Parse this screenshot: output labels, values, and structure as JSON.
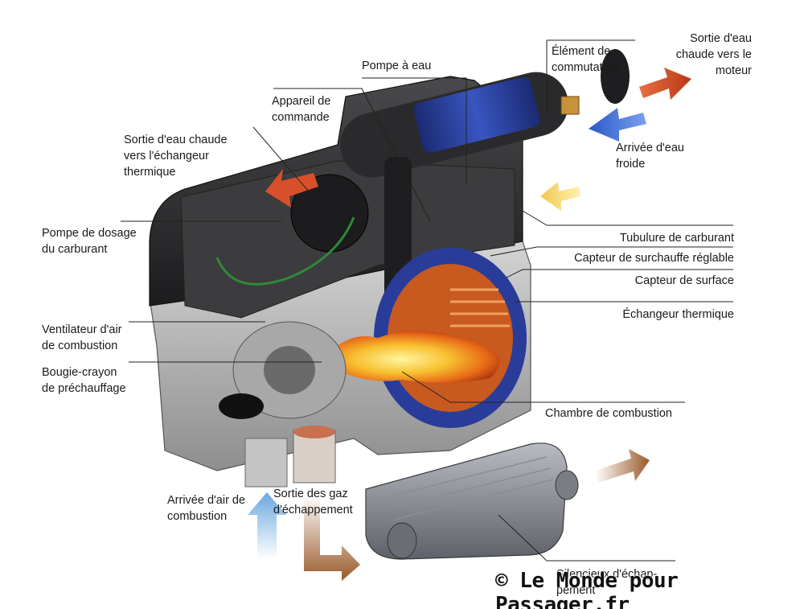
{
  "labels": {
    "pompe_eau": "Pompe à eau",
    "appareil_commande": "Appareil de\ncommande",
    "sortie_eau_echangeur": "Sortie d'eau chaude\nvers l'échangeur\nthermique",
    "pompe_dosage": "Pompe de dosage\ndu carburant",
    "ventilateur": "Ventilateur d'air\nde combustion",
    "bougie": "Bougie-crayon\nde préchauffage",
    "element_commutation": "Élément de\ncommutation",
    "sortie_eau_moteur": "Sortie d'eau\nchaude vers le\nmoteur",
    "arrivee_eau_froide": "Arrivée d'eau\nfroide",
    "tubulure": "Tubulure de carburant",
    "capteur_surchauffe": "Capteur de surchauffe réglable",
    "capteur_surface": "Capteur de surface",
    "echangeur": "Échangeur thermique",
    "chambre": "Chambre de combustion",
    "arrivee_air": "Arrivée d'air de\ncombustion",
    "sortie_gaz": "Sortie des gaz\nd'échappement",
    "silencieux": "Silencieux d'échap-\npement"
  },
  "watermark": "© Le Monde pour Passager.fr",
  "colors": {
    "hot_arrow": "#d8502a",
    "cold_arrow": "#3f6fd0",
    "fuel_arrow": "#e8b828",
    "air_arrow": "#7fb4e0",
    "exhaust_arrow": "#9a5a2a",
    "housing_dark": "#2a2a2c",
    "housing_grey": "#b8b8b8",
    "flame": "#f5a020"
  }
}
